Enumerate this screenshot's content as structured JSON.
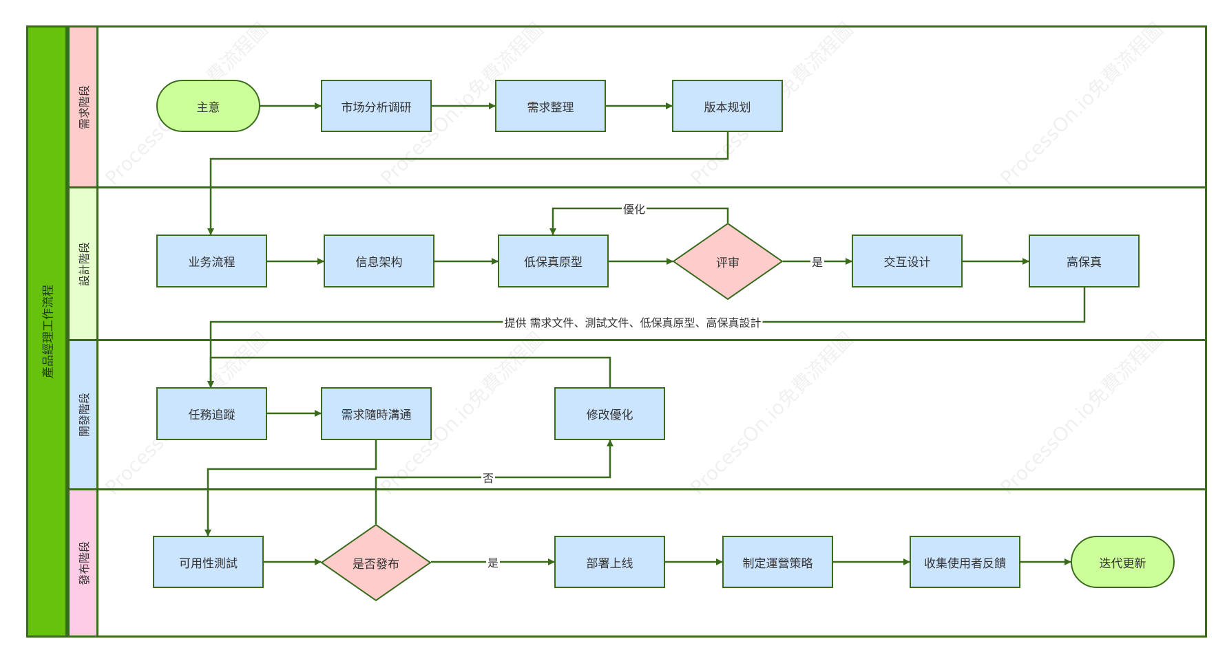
{
  "pool": {
    "title": "產品經理工作流程"
  },
  "lanes": [
    {
      "label": "需求階段",
      "color": "#ffcccc"
    },
    {
      "label": "設計階段",
      "color": "#e6ffcc"
    },
    {
      "label": "開發階段",
      "color": "#cce5ff"
    },
    {
      "label": "發布階段",
      "color": "#ffcce6"
    }
  ],
  "nodes": {
    "idea": "主意",
    "market": "市场分析调研",
    "req_org": "需求整理",
    "version": "版本规划",
    "biz_flow": "业务流程",
    "info_arch": "信息架构",
    "low_fi": "低保真原型",
    "review": "评审",
    "interaction": "交互设计",
    "high_fi": "高保真",
    "task_track": "任務追蹤",
    "req_comm": "需求隨時溝通",
    "modify": "修改優化",
    "usability": "可用性測試",
    "release_q": "是否發布",
    "deploy": "部署上线",
    "ops": "制定運營策略",
    "feedback": "收集使用者反饋",
    "iterate": "迭代更新"
  },
  "edge_labels": {
    "optimize": "優化",
    "review_yes": "是",
    "provide": "提供 需求文件、測試文件、低保真原型、高保真設計",
    "release_no": "否",
    "release_yes": "是"
  },
  "watermark": "ProcessOn.io免費流程圖",
  "colors": {
    "line": "#3a6b1d",
    "process_fill": "#cce5ff",
    "terminal_fill": "#ccff99",
    "decision_fill": "#ffcccc",
    "pool_fill": "#66c20c"
  }
}
